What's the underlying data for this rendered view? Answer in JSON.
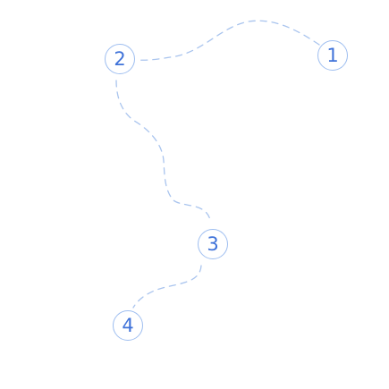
{
  "puzzle": {
    "nodes": [
      {
        "label": "1"
      },
      {
        "label": "2"
      },
      {
        "label": "3"
      },
      {
        "label": "4"
      }
    ],
    "colors": {
      "background": "#ffffff",
      "path": "#a9c4ee",
      "node_border": "#9ebef0",
      "node_text": "#3f72d9"
    }
  }
}
